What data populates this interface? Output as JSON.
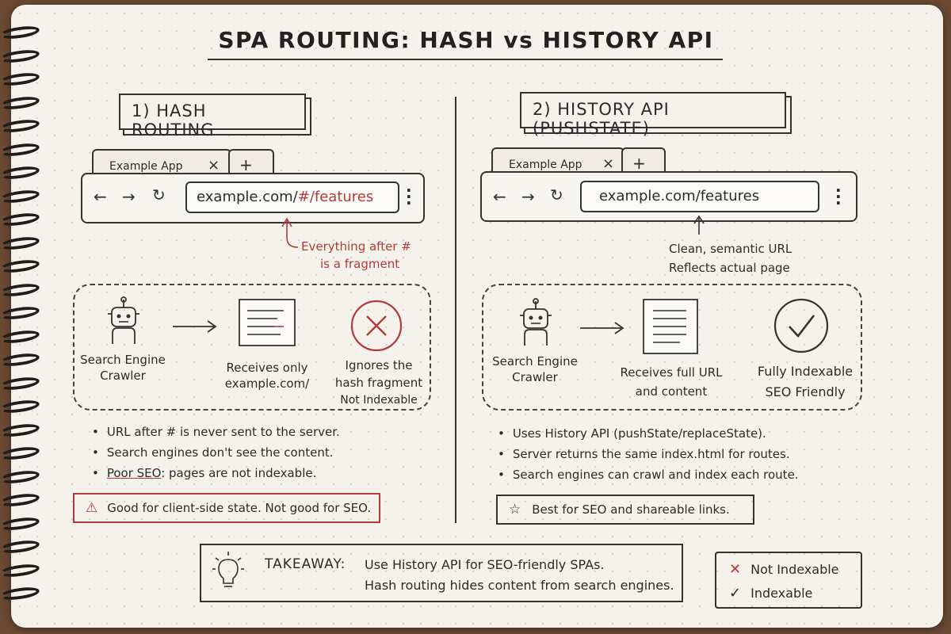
{
  "title": "SPA ROUTING: HASH vs HISTORY API",
  "colors": {
    "accent_red": "#b23a3a",
    "ink": "#2b2b2b",
    "paper": "#f5f2ec"
  },
  "left": {
    "heading": "1) HASH ROUTING",
    "browser": {
      "tab_label": "Example App",
      "close_glyph": "×",
      "new_tab_glyph": "+",
      "url_prefix": "example.com/",
      "url_hash": "#",
      "url_suffix": "/features"
    },
    "annotation": [
      "Everything after #",
      "is a fragment"
    ],
    "flow": {
      "crawler": [
        "Search Engine",
        "Crawler"
      ],
      "receives": [
        "Receives only",
        "example.com/"
      ],
      "result": [
        "Ignores the",
        "hash fragment",
        "Not Indexable"
      ],
      "result_icon": "x-circle-icon"
    },
    "bullets": [
      "URL after # is never sent to the server.",
      "Search engines don't see the content.",
      "pages are not indexable."
    ],
    "bullet_emphasis": "Poor SEO",
    "note": "Good for client-side state. Not good for SEO.",
    "note_icon": "warning-icon"
  },
  "right": {
    "heading": "2) HISTORY API (PUSHSTATE)",
    "browser": {
      "tab_label": "Example App",
      "close_glyph": "×",
      "new_tab_glyph": "+",
      "url": "example.com/features"
    },
    "annotation": [
      "Clean, semantic URL",
      "Reflects actual page"
    ],
    "flow": {
      "crawler": [
        "Search Engine",
        "Crawler"
      ],
      "receives": [
        "Receives full URL",
        "and content"
      ],
      "result": [
        "Fully Indexable",
        "SEO Friendly"
      ],
      "result_icon": "check-circle-icon"
    },
    "bullets": [
      "Uses History API (pushState/replaceState).",
      "Server returns the same index.html for routes.",
      "Search engines can crawl and index each route."
    ],
    "note": "Best for SEO and shareable links.",
    "note_icon": "star-icon"
  },
  "takeaway": {
    "label": "TAKEAWAY:",
    "lines": [
      "Use History API for SEO-friendly SPAs.",
      "Hash routing hides content from search engines."
    ],
    "icon": "lightbulb-icon"
  },
  "legend": [
    {
      "glyph": "✕",
      "label": "Not Indexable"
    },
    {
      "glyph": "✓",
      "label": "Indexable"
    }
  ]
}
